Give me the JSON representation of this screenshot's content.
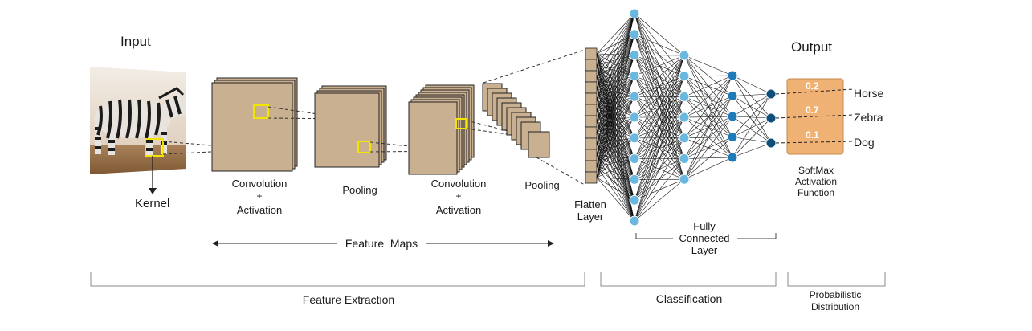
{
  "labels": {
    "input": "Input",
    "kernel": "Kernel",
    "conv1": [
      "Convolution",
      "+",
      "Activation"
    ],
    "pool1": "Pooling",
    "conv2": [
      "Convolution",
      "+",
      "Activation"
    ],
    "pool2": "Pooling",
    "flatten": [
      "Flatten",
      "Layer"
    ],
    "feature_maps": "Feature  Maps",
    "fully_connected": [
      "Fully",
      "Connected",
      "Layer"
    ],
    "output": "Output",
    "softmax": [
      "SoftMax",
      "Activation",
      "Function"
    ],
    "feature_extraction": "Feature Extraction",
    "classification": "Classification",
    "probabilistic": [
      "Probabilistic",
      "Distribution"
    ]
  },
  "outputs": [
    {
      "prob": "0.2",
      "label": "Horse"
    },
    {
      "prob": "0.7",
      "label": "Zebra"
    },
    {
      "prob": "0.1",
      "label": "Dog"
    }
  ],
  "colors": {
    "feature_map_fill": "#c9b091",
    "kernel_box": "#f2e600",
    "neuron_light": "#6ab8e0",
    "neuron_mid": "#1f7ab8",
    "neuron_dark": "#0d4f7a",
    "softmax_fill": "#f0b274"
  }
}
